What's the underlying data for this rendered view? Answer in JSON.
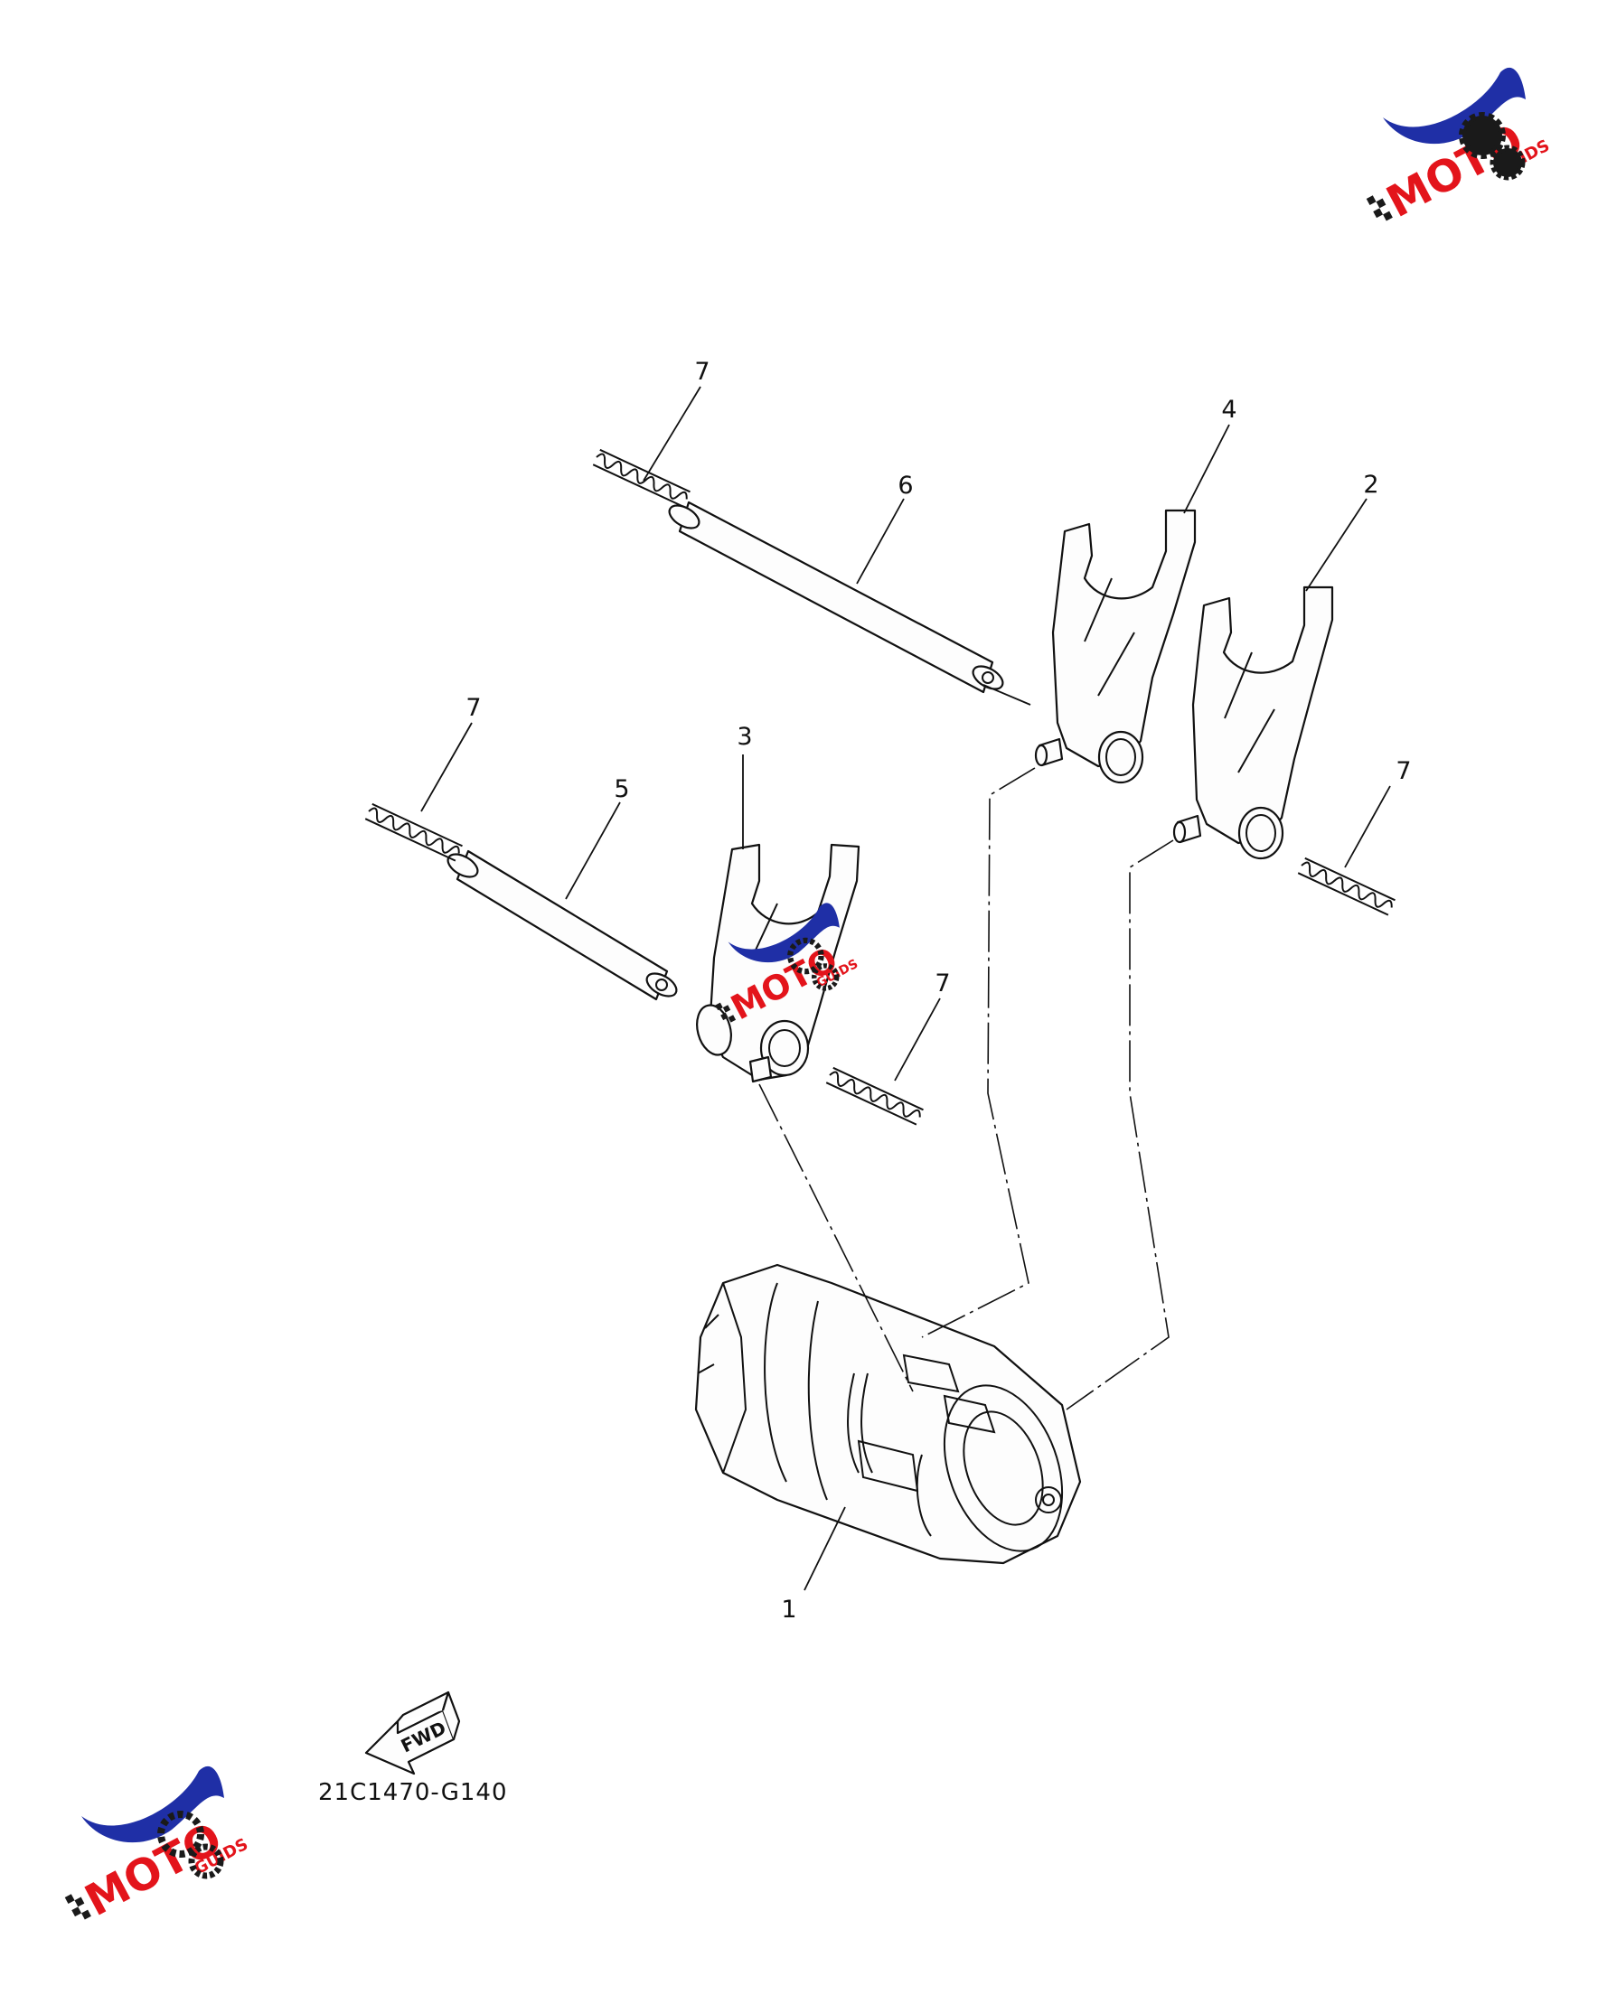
{
  "callouts": [
    "1",
    "2",
    "3",
    "4",
    "5",
    "6",
    "7"
  ],
  "fwd_label": "FWD",
  "diagram_code": "21C1470-G140",
  "logo": {
    "main": "MOTO",
    "sub": "GUIDS"
  },
  "colors": {
    "logo_blue": "#1f2fa6",
    "logo_red": "#e3141b",
    "logo_dark": "#1a1a1a"
  }
}
